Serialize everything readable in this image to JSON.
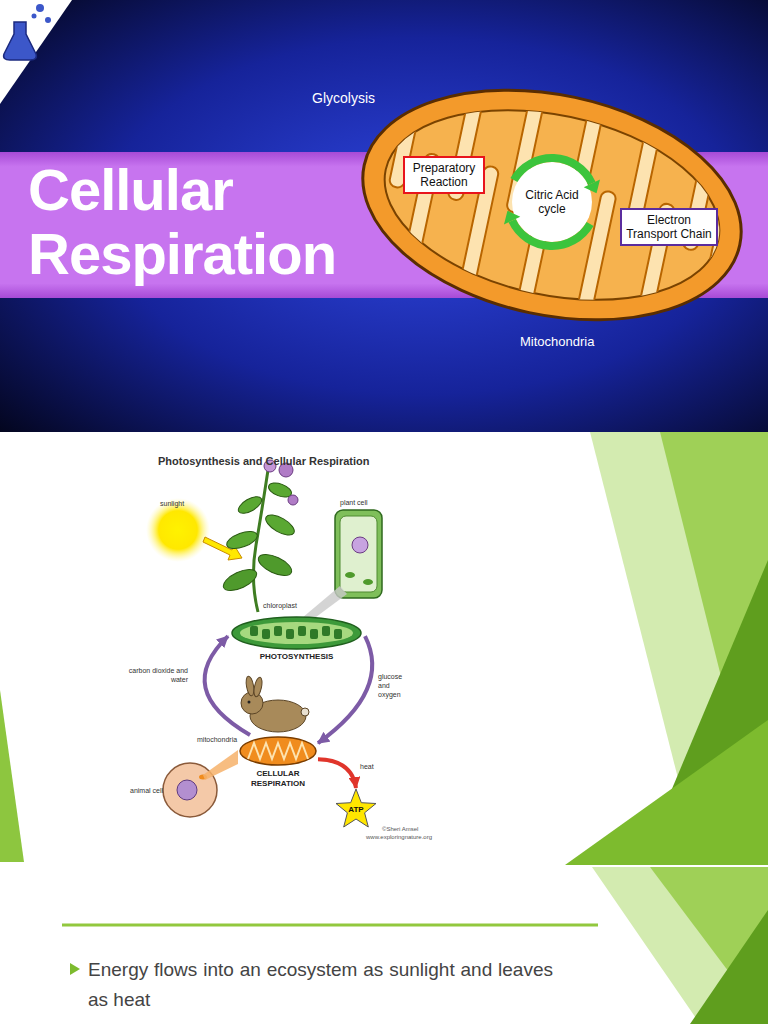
{
  "diagram": {
    "title": "Cellular Respiration",
    "nodes": [
      {
        "text": [
          "Preparatory Reaction"
        ]
      },
      {
        "text": [
          "Citric Acid cycle"
        ]
      },
      {
        "text": [
          "Electron Transport Chain"
        ]
      },
      {
        "text": [
          "PHOTOSYNTHESIS"
        ]
      },
      {
        "text": [
          "CELLULAR RESPIRATION"
        ]
      },
      {
        "text": [
          "ATP"
        ]
      }
    ],
    "edges": [
      {
        "from": 3,
        "to": 4,
        "label": "glucose and oxygen",
        "arrow": "to"
      },
      {
        "from": 4,
        "to": 3,
        "label": "carbon dioxide and water",
        "arrow": "to"
      },
      {
        "from": 4,
        "to": 5,
        "label": "heat",
        "arrow": "to"
      }
    ],
    "labels": [
      "Glycolysis",
      "Mitochondria",
      "Photosynthesis and Cellular Respiration",
      "sunlight",
      "plant cell",
      "chloroplast",
      "mitochondria",
      "animal cell",
      "©Sheri Amsel",
      "www.exploringnature.org",
      "Energy flows into an ecosystem as sunlight and leaves as heat"
    ]
  }
}
